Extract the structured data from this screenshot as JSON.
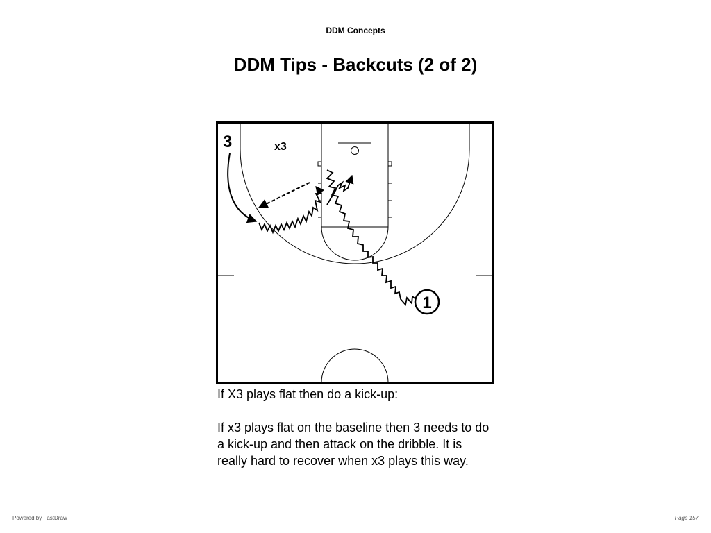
{
  "header": {
    "section": "DDM Concepts"
  },
  "title": "DDM Tips - Backcuts (2 of 2)",
  "diagram": {
    "players": {
      "p3": "3",
      "x3": "x3",
      "p1": "1"
    }
  },
  "caption": {
    "heading": "If X3 plays flat then do a kick-up:",
    "body": "If x3 plays flat on the baseline then 3 needs to do a kick-up and then attack on the dribble.  It is really hard to recover when x3 plays this way."
  },
  "footer": {
    "left": "Powered by FastDraw",
    "right": "Page 157"
  }
}
